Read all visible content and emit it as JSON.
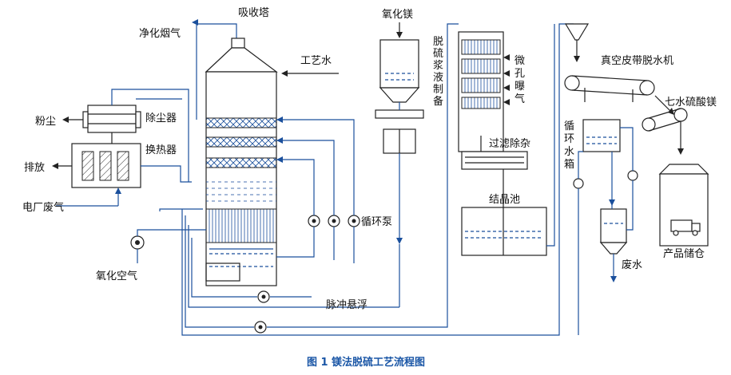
{
  "labels": {
    "absorber": "吸收塔",
    "clean_gas": "净化烟气",
    "process_water": "工艺水",
    "dust": "粉尘",
    "dust_collector": "除尘器",
    "heat_exchanger": "换热器",
    "discharge": "排放",
    "plant_flue_gas": "电厂废气",
    "oxidation_air": "氧化空气",
    "circulation_pump": "循环泵",
    "pulse_suspension": "脉冲悬浮",
    "magnesium_oxide": "氧化镁",
    "slurry_prep": "脱硫浆液制备",
    "micro_aeration": "微孔曝气",
    "filter_impurity": "过滤除杂",
    "crystallization_tank": "结晶池",
    "circulating_tank": "循环水箱",
    "vacuum_belt": "真空皮带脱水机",
    "mgso4_7h2o": "七水硫酸镁",
    "waste_water": "废水",
    "product_storage": "产品储仓"
  },
  "caption": "图 1    镁法脱硫工艺流程图",
  "colors": {
    "pipe": "#1a4f9c",
    "equipment": "#222222",
    "caption": "#1a56a6"
  }
}
